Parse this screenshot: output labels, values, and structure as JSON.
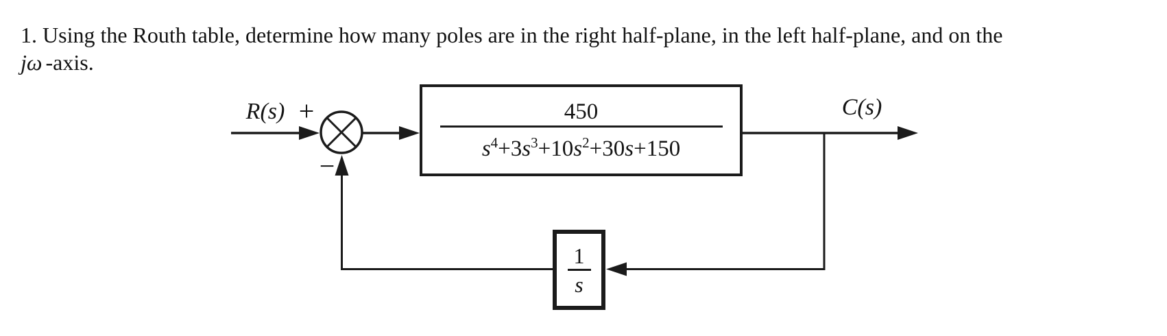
{
  "page": {
    "background": "#ffffff",
    "ink": "#1b1b1b"
  },
  "question": {
    "line1": "1. Using the Routh table, determine how many poles are in the right half-plane, in the left half-plane, and on the",
    "line2_math": "jω",
    "line2_suffix": "-axis."
  },
  "diagram": {
    "input_label": "R(s)",
    "output_label": "C(s)",
    "summing_plus": "+",
    "summing_minus": "−",
    "plus_sign": "+",
    "plant_block": {
      "numerator": "450",
      "denominator_text": "s⁴+3s³+10s²+30s+150",
      "den_terms": [
        {
          "coef": "",
          "var": "s",
          "exp": "4"
        },
        {
          "coef": "3",
          "var": "s",
          "exp": "3"
        },
        {
          "coef": "10",
          "var": "s",
          "exp": "2"
        },
        {
          "coef": "30",
          "var": "s",
          "exp": ""
        },
        {
          "coef": "150",
          "var": "",
          "exp": ""
        }
      ]
    },
    "feedback_block": {
      "numerator": "1",
      "denominator": "s"
    }
  }
}
